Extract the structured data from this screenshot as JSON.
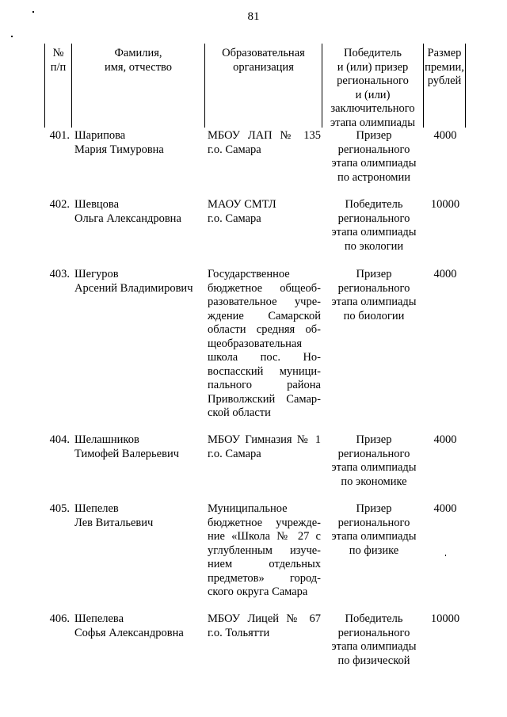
{
  "page": {
    "number": "81"
  },
  "table": {
    "headers": [
      [
        "№",
        "п/п"
      ],
      [
        "Фамилия,",
        "имя, отчество"
      ],
      [
        "Образовательная",
        "организация"
      ],
      [
        "Победитель",
        "и (или) призер",
        "регионального",
        "и (или)",
        "заключительного",
        "этапа олимпиады"
      ],
      [
        "Размер",
        "премии,",
        "рублей"
      ]
    ],
    "rows": [
      {
        "num": "401.",
        "name": [
          "Шарипова",
          "Мария Тимуровна"
        ],
        "org": [
          "МБОУ ЛАП № 135",
          "г.о. Самара"
        ],
        "status": [
          "Призер",
          "регионального",
          "этапа олимпиады",
          "по астрономии"
        ],
        "prize": "4000"
      },
      {
        "num": "402.",
        "name": [
          "Шевцова",
          "Ольга Александровна"
        ],
        "org": [
          "МАОУ СМТЛ",
          "г.о. Самара"
        ],
        "status": [
          "Победитель",
          "регионального",
          "этапа олимпиады",
          "по экологии"
        ],
        "prize": "10000"
      },
      {
        "num": "403.",
        "name": [
          "Шегуров",
          "Арсений Владимирович"
        ],
        "org": [
          "Государственное",
          "бюджетное общеоб-",
          "разовательное учре-",
          "ждение Самарской",
          "области средняя об-",
          "щеобразовательная",
          "школа пос. Но-",
          "воспасский муници-",
          "пального района",
          "Приволжский Самар-",
          "ской области"
        ],
        "status": [
          "Призер",
          "регионального",
          "этапа олимпиады",
          "по биологии"
        ],
        "prize": "4000"
      },
      {
        "num": "404.",
        "name": [
          "Шелашников",
          "Тимофей Валерьевич"
        ],
        "org": [
          "МБОУ Гимназия № 1",
          "г.о. Самара"
        ],
        "status": [
          "Призер",
          "регионального",
          "этапа олимпиады",
          "по экономике"
        ],
        "prize": "4000"
      },
      {
        "num": "405.",
        "name": [
          "Шепелев",
          "Лев Витальевич"
        ],
        "org": [
          "Муниципальное",
          "бюджетное учрежде-",
          "ние «Школа № 27 с",
          "углубленным изуче-",
          "нием отдельных",
          "предметов» город-",
          "ского округа Самара"
        ],
        "status": [
          "Призер",
          "регионального",
          "этапа олимпиады",
          "по физике"
        ],
        "prize": "4000"
      },
      {
        "num": "406.",
        "name": [
          "Шепелева",
          "Софья Александровна"
        ],
        "org": [
          "МБОУ Лицей № 67",
          "г.о. Тольятти"
        ],
        "status": [
          "Победитель",
          "регионального",
          "этапа олимпиады",
          "по физической"
        ],
        "prize": "10000"
      }
    ]
  }
}
